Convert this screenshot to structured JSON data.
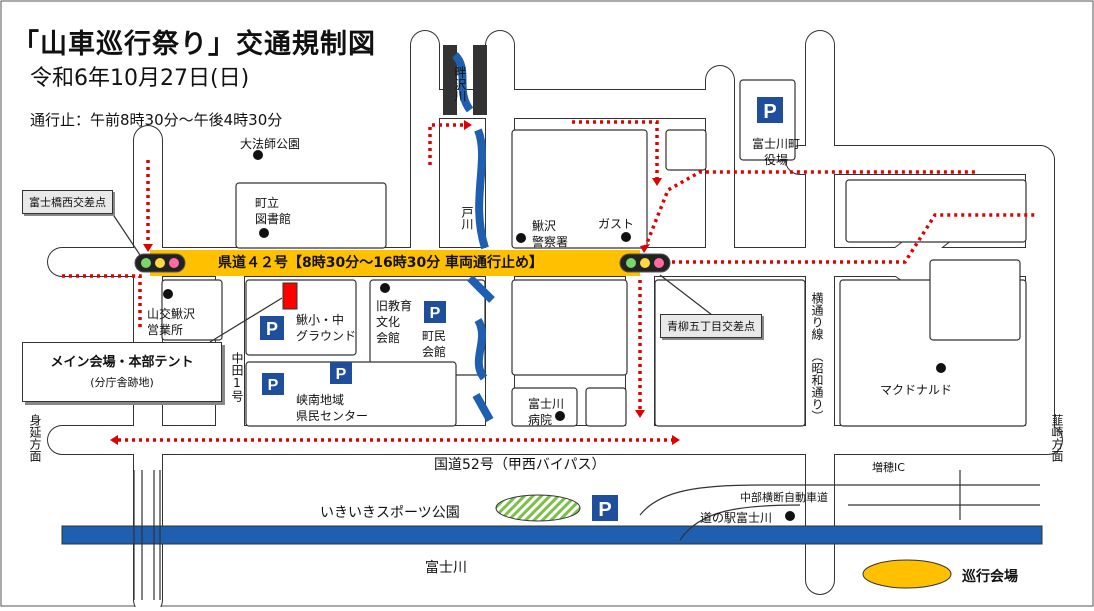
{
  "title": "「山車巡行祭り」交通規制図",
  "date": "令和6年10月27日(日)",
  "closure_time": "通行止：午前8時30分～午後4時30分",
  "band_label": "県道４２号【8時30分～16時30分 車両通行止め】",
  "callouts": {
    "west_junction": "富士橋西交差点",
    "east_junction": "青柳五丁目交差点"
  },
  "main_venue": {
    "label": "メイン会場・本部テント",
    "sub": "(分庁舎跡地)"
  },
  "places": {
    "daihoushi_park": "大法師公園",
    "library_l1": "町立",
    "library_l2": "図書館",
    "police_l1": "鰍沢",
    "police_l2": "警察署",
    "gasuto": "ガスト",
    "town_office_l1": "富士川町",
    "town_office_l2": "役場",
    "yamako_l1": "山交鰍沢",
    "yamako_l2": "営業所",
    "school_l1": "鰍小・中",
    "school_l2": "グラウンド",
    "old_edu_l1": "旧教育",
    "old_edu_l2": "文化",
    "old_edu_l3": "会館",
    "town_hall_l1": "町民",
    "town_hall_l2": "会館",
    "kyonan_l1": "峡南地域",
    "kyonan_l2": "県民センター",
    "hospital_l1": "富士川",
    "hospital_l2": "病院",
    "mcdonalds": "マクドナルド",
    "ikiiki_park": "いきいきスポーツ公園",
    "michinoeki": "道の駅富士川",
    "chubu_expressway": "中部横断自動車道",
    "masuho_ic": "増穂IC",
    "route52": "国道52号（甲西バイパス）",
    "fujikawa": "富士川",
    "legend_label": "巡行会場"
  },
  "vertical_labels": {
    "azesawa": "畔沢川",
    "togawa": "戸川",
    "nakada": "中田1号",
    "minobu": "身延方面",
    "nirasaki": "韮崎方面",
    "yokodori_a": "横通り線",
    "yokodori_b": "（昭和通り）"
  },
  "parking_symbol": "P",
  "icons": [
    "traffic-signal-icon",
    "parking-icon",
    "location-dot-icon"
  ],
  "colors": {
    "closed_road": "#ffc000",
    "detour": "#e00000",
    "river": "#1f5fb0",
    "parking": "#1f4e9c",
    "park": "#7cc04a",
    "hq_marker": "#ff0000"
  }
}
